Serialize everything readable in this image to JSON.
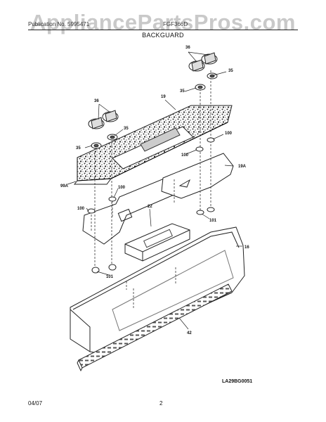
{
  "watermark": "AppliancePartsPros.com",
  "header": {
    "left_text": "Publication No. 5995471",
    "right_text": "FGF366D",
    "section_title": "BACKGUARD"
  },
  "callouts": [
    "36",
    "35",
    "19",
    "35",
    "100",
    "35",
    "36",
    "35",
    "100",
    "19A",
    "99A",
    "100",
    "100",
    "22",
    "101",
    "101",
    "16",
    "42"
  ],
  "diagram_code": "LA29BG0051",
  "footer": {
    "date": "04/07",
    "page": "2"
  }
}
